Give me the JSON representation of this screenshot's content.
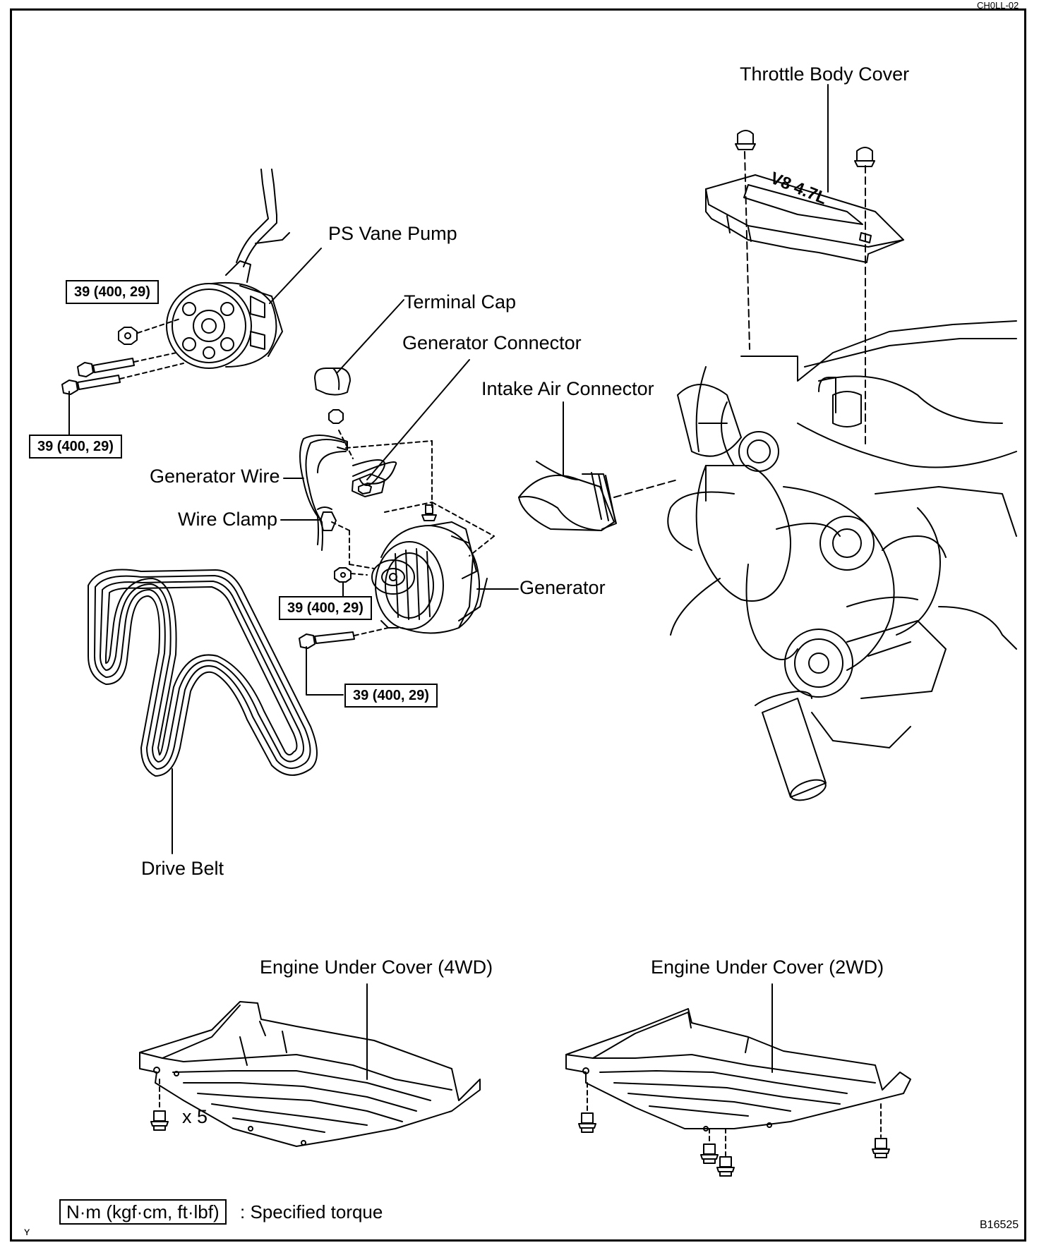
{
  "header": {
    "ref_code": "CH0LL-02"
  },
  "labels": {
    "throttle_body_cover": "Throttle Body Cover",
    "ps_vane_pump": "PS Vane Pump",
    "terminal_cap": "Terminal Cap",
    "generator_connector": "Generator Connector",
    "intake_air_connector": "Intake Air Connector",
    "generator_wire": "Generator Wire",
    "wire_clamp": "Wire Clamp",
    "generator": "Generator",
    "drive_belt": "Drive Belt",
    "engine_under_cover_4wd": "Engine Under Cover (4WD)",
    "engine_under_cover_2wd": "Engine Under Cover (2WD)"
  },
  "cover_emblem": "V8 4.7L",
  "torques": {
    "ps_pump_nut": "39 (400, 29)",
    "ps_pump_bolt": "39 (400, 29)",
    "generator_nut": "39 (400, 29)",
    "generator_bolt": "39 (400, 29)"
  },
  "bolt_multiplier": "x 5",
  "legend": {
    "unit_box": "N·m (kgf·cm, ft·lbf)",
    "meaning": ": Specified torque"
  },
  "figure_code": "B16525",
  "corner_mark": "ʏ"
}
